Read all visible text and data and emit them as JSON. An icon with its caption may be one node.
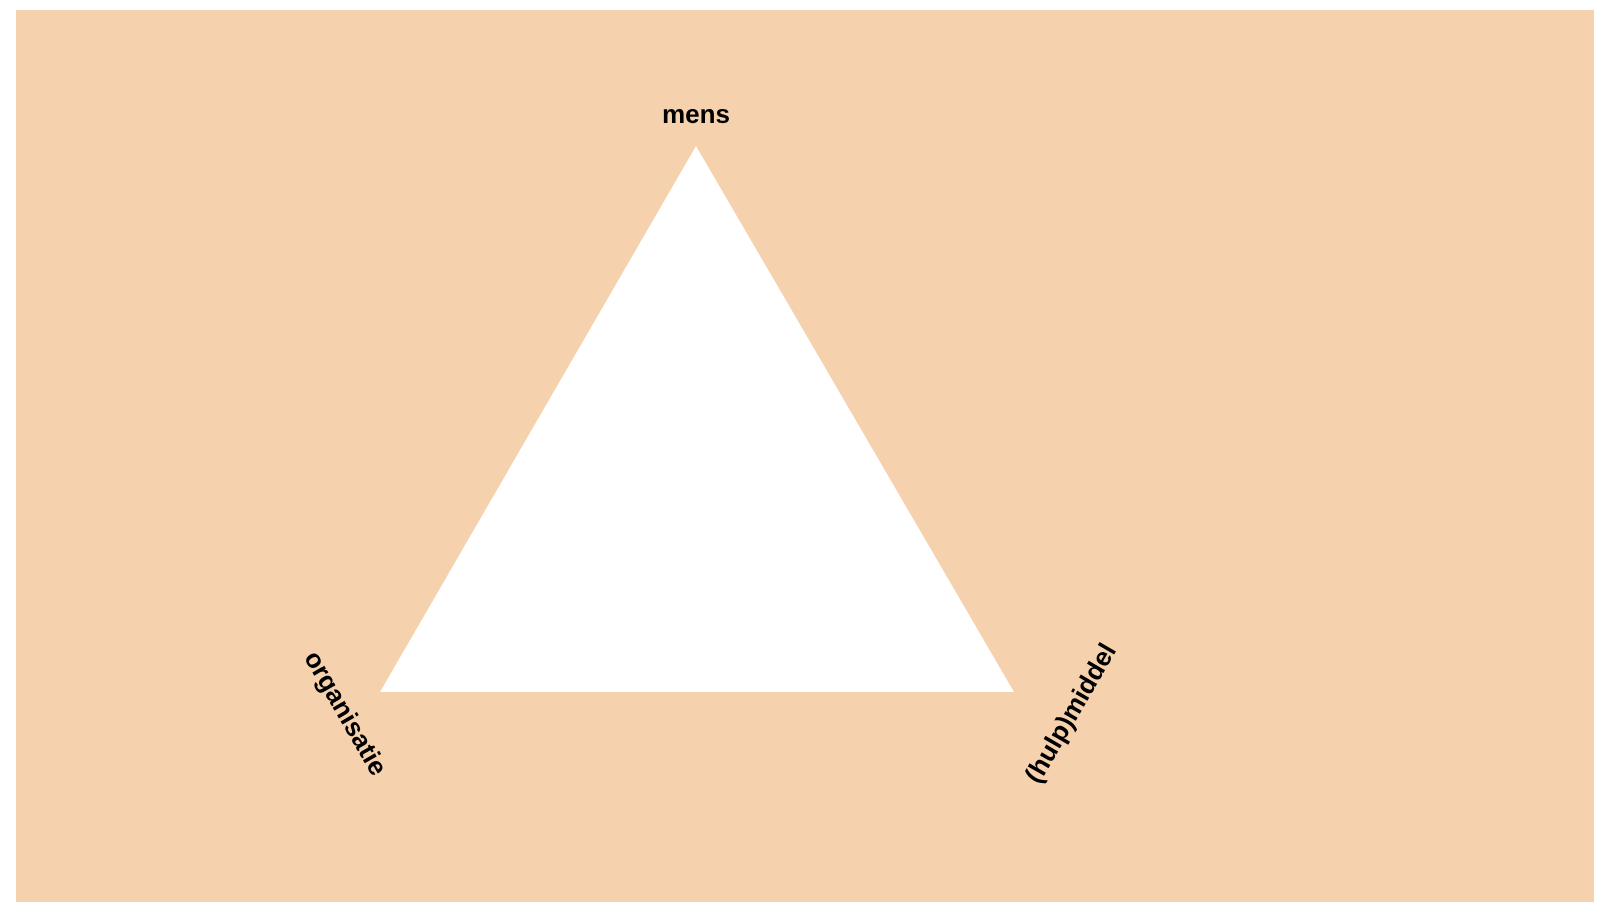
{
  "diagram": {
    "labels": [
      "mens",
      "organisatie",
      "(hulp)middel"
    ]
  }
}
